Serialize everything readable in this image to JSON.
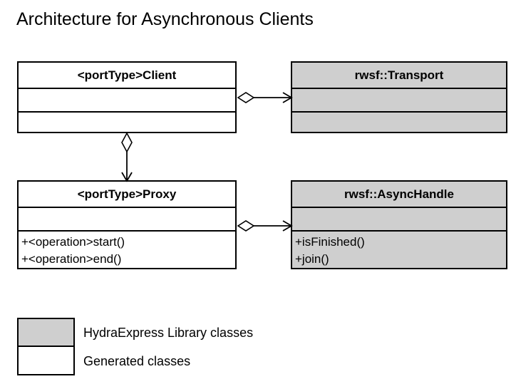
{
  "diagram": {
    "title": "Architecture for Asynchronous Clients",
    "type": "uml-class-diagram",
    "colors": {
      "library_fill": "#cfcfcf",
      "generated_fill": "#ffffff",
      "stroke": "#000000",
      "background": "#ffffff"
    },
    "classes": [
      {
        "id": "client",
        "name": "<portType>Client",
        "category": "generated",
        "attributes": [],
        "operations": []
      },
      {
        "id": "transport",
        "name": "rwsf::Transport",
        "category": "library",
        "attributes": [],
        "operations": []
      },
      {
        "id": "proxy",
        "name": "<portType>Proxy",
        "category": "generated",
        "attributes": [],
        "operations": [
          "+<operation>start()",
          "+<operation>end()"
        ]
      },
      {
        "id": "asynchandle",
        "name": "rwsf::AsyncHandle",
        "category": "library",
        "attributes": [],
        "operations": [
          "+isFinished()",
          "+join()"
        ]
      }
    ],
    "relationships": [
      {
        "id": "client-transport",
        "type": "aggregation",
        "from": "client",
        "to": "transport",
        "direction": "horizontal"
      },
      {
        "id": "client-proxy",
        "type": "aggregation",
        "from": "client",
        "to": "proxy",
        "direction": "vertical"
      },
      {
        "id": "proxy-asynchandle",
        "type": "aggregation",
        "from": "proxy",
        "to": "asynchandle",
        "direction": "horizontal"
      }
    ]
  },
  "legend": {
    "items": [
      {
        "swatch": "library",
        "label": "HydraExpress Library classes"
      },
      {
        "swatch": "generated",
        "label": "Generated classes"
      }
    ]
  }
}
